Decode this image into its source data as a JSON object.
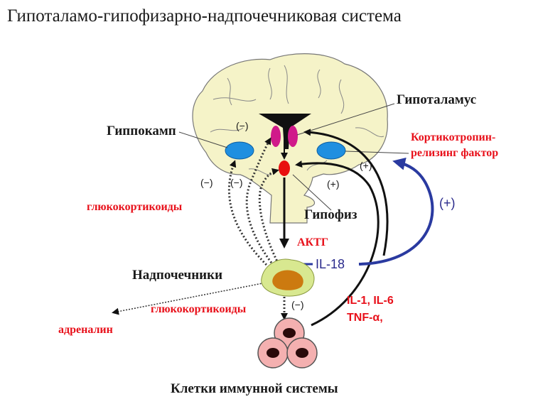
{
  "title": "Гипоталамо-гипофизарно-надпочечниковая система",
  "labels": {
    "hippocampus": "Гиппокамп",
    "hypothalamus": "Гипоталамус",
    "crf_line1": "Кортикотропин-",
    "crf_line2": "релизинг фактор",
    "pituitary": "Гипофиз",
    "acth": "АКТГ",
    "glucocorticoids_upper": "глюкокортикоиды",
    "glucocorticoids_lower": "глюкокортикоиды",
    "adrenals": "Надпочечники",
    "adrenaline": "адреналин",
    "il18": "IL-18",
    "cytokines_line1": "IL-1, IL-6",
    "cytokines_line2": "TNF-α,",
    "immune_cells": "Клетки иммунной системы"
  },
  "signs": {
    "minus_hippocampus": "(−)",
    "minus_left_1": "(−)",
    "minus_left_2": "(−)",
    "plus_upper": "(+)",
    "plus_lower": "(+)",
    "plus_blue": "(+)",
    "minus_bottom": "(−)"
  },
  "colors": {
    "brain_fill": "#f5f3c8",
    "hippocampus_fill": "#1f8fe0",
    "hypothalamus_fill": "#d01a8a",
    "pituitary_fill": "#e81010",
    "adrenal_outer": "#d8e890",
    "adrenal_inner": "#cc7a10",
    "immune_cell_fill": "#f4b0b0",
    "immune_nucleus": "#2a0a0a",
    "blue_arrow": "#2a3aa0",
    "red_text": "#e8101a"
  }
}
